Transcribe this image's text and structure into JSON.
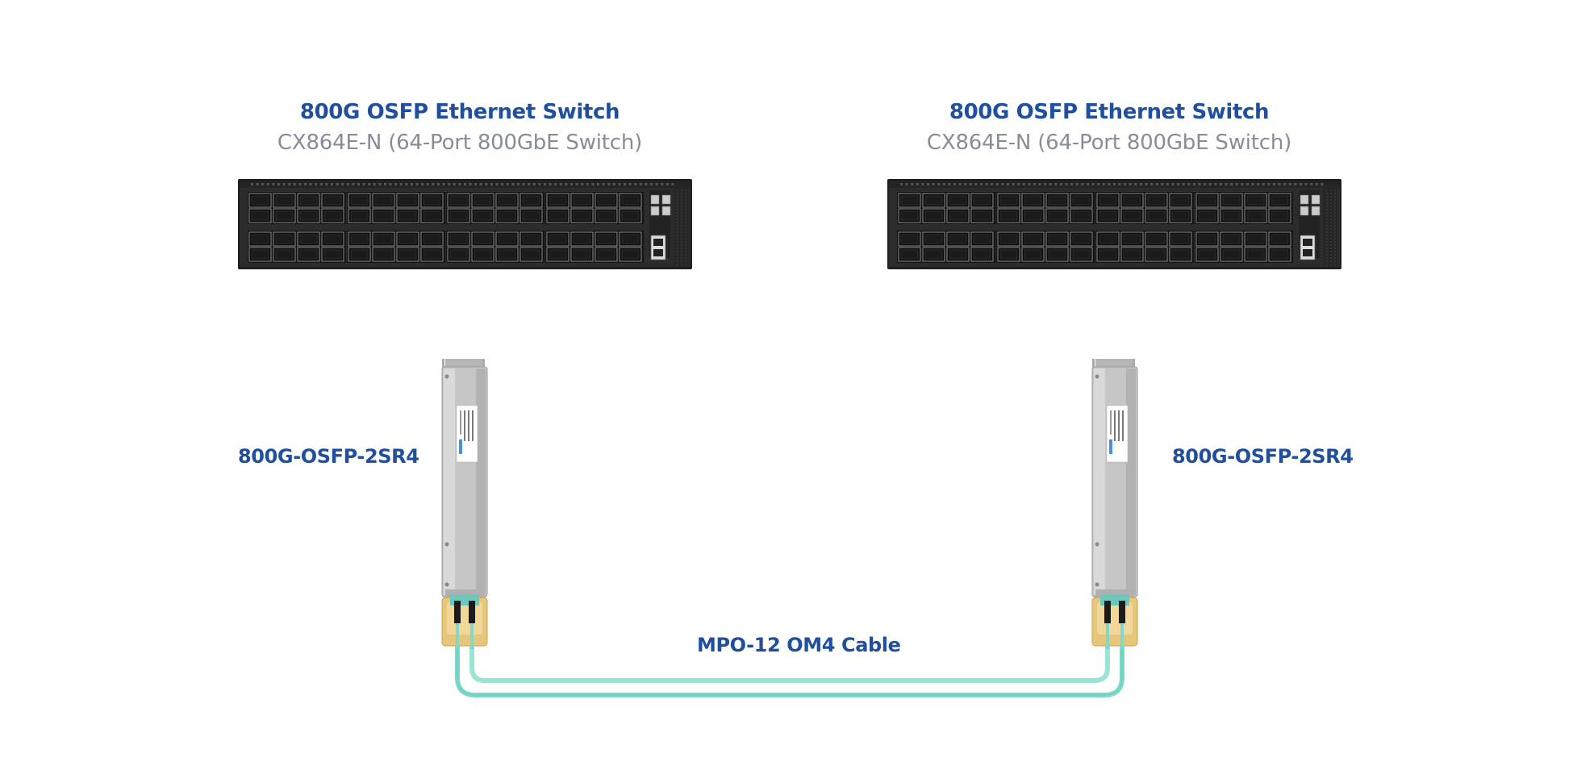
{
  "left_switch": {
    "title": "800G OSFP Ethernet Switch",
    "model": "CX864E-N (64-Port 800GbE Switch)"
  },
  "right_switch": {
    "title": "800G OSFP Ethernet Switch",
    "model": "CX864E-N (64-Port 800GbE Switch)"
  },
  "left_module": {
    "label": "800G-OSFP-2SR4"
  },
  "right_module": {
    "label": "800G-OSFP-2SR4"
  },
  "cable": {
    "label": "MPO-12 OM4 Cable"
  },
  "colors": {
    "text_blue": "#1f4f9e",
    "text_gray": "#878c96",
    "switch_body": "#2b2b2b",
    "module_silver": "#c7c7c7",
    "cable_aqua": "#7ed9c8",
    "connector_gold": "#e7c57a"
  }
}
